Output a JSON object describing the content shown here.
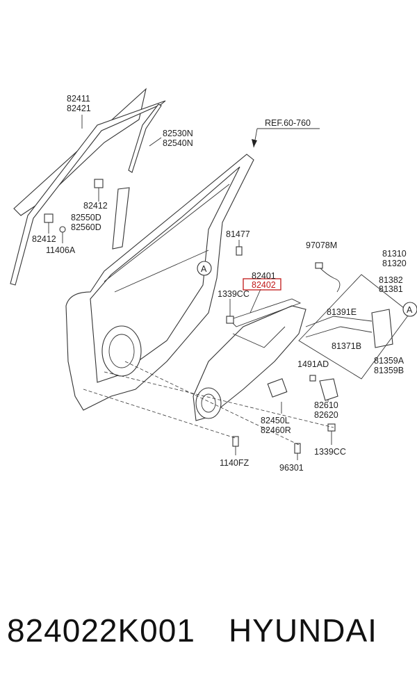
{
  "diagram": {
    "ref": "REF.60-760",
    "callout": "A",
    "labels": {
      "l82411": "82411",
      "l82421": "82421",
      "l82530N": "82530N",
      "l82540N": "82540N",
      "l82412a": "82412",
      "l82550D": "82550D",
      "l82560D": "82560D",
      "l82412b": "82412",
      "l11406A": "11406A",
      "l81477": "81477",
      "l97078M": "97078M",
      "l81310": "81310",
      "l81320": "81320",
      "l82401": "82401",
      "l82402": "82402",
      "l1339CCa": "1339CC",
      "l81382": "81382",
      "l81381": "81381",
      "l81391E": "81391E",
      "l81371B": "81371B",
      "l1491AD": "1491AD",
      "l81359A": "81359A",
      "l81359B": "81359B",
      "l82610": "82610",
      "l82620": "82620",
      "l82450L": "82450L",
      "l82460R": "82460R",
      "l1339CCb": "1339CC",
      "l1140FZ": "1140FZ",
      "l96301": "96301"
    },
    "highlight_color": "#c01818"
  },
  "footer": {
    "part_number": "824022K001",
    "brand": "HYUNDAI"
  }
}
